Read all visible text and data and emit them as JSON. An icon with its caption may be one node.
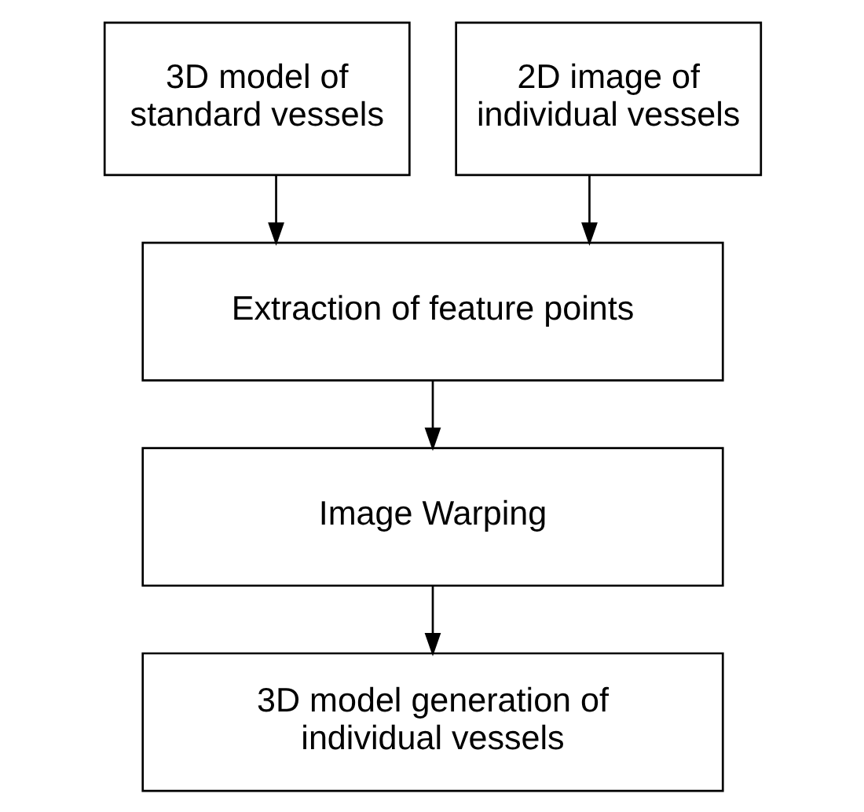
{
  "diagram": {
    "nodes": [
      {
        "text": [
          "3D model of standard vessels"
        ]
      },
      {
        "text": [
          "2D image of individual vessels"
        ]
      },
      {
        "text": [
          "Extraction of feature points"
        ]
      },
      {
        "text": [
          "Image Warping"
        ]
      },
      {
        "text": [
          "3D model generation of individual vessels"
        ]
      }
    ],
    "edges": [
      {
        "from": 0,
        "to": 2,
        "arrow": "to"
      },
      {
        "from": 1,
        "to": 2,
        "arrow": "to"
      },
      {
        "from": 2,
        "to": 3,
        "arrow": "to"
      },
      {
        "from": 3,
        "to": 4,
        "arrow": "to"
      }
    ]
  }
}
